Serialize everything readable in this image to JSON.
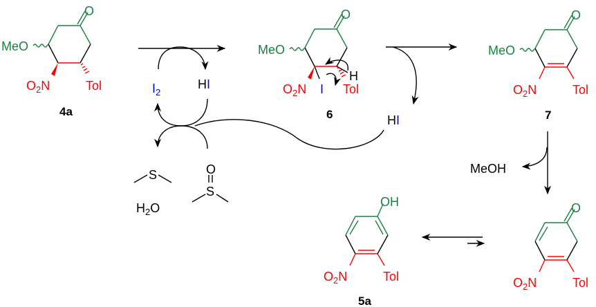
{
  "colors": {
    "green": "#1a8040",
    "red": "#ff0000",
    "blue": "#0000ff",
    "black": "#000000"
  },
  "compounds": {
    "c4a": {
      "label": "4a",
      "meo": "MeO",
      "ketone_o": "O",
      "no2": {
        "a": "O",
        "sub": "2",
        "b": "N"
      },
      "tol": "Tol"
    },
    "c6": {
      "label": "6",
      "meo": "MeO",
      "ketone_o": "O",
      "no2": {
        "a": "O",
        "sub": "2",
        "b": "N"
      },
      "tol": "Tol",
      "iodine": "I",
      "hydrogen": "H"
    },
    "c7": {
      "label": "7",
      "meo": "MeO",
      "ketone_o": "O",
      "no2": {
        "a": "O",
        "sub": "2",
        "b": "N"
      },
      "tol": "Tol"
    },
    "dienone": {
      "ketone_o": "O",
      "no2": {
        "a": "O",
        "sub": "2",
        "b": "N"
      },
      "tol": "Tol"
    },
    "c5a": {
      "label": "5a",
      "oh": "OH",
      "no2": {
        "a": "O",
        "sub": "2",
        "b": "N"
      },
      "tol": "Tol"
    }
  },
  "reagents": {
    "i2": {
      "a": "I",
      "sub": "2"
    },
    "hi_cycle": {
      "h": "H",
      "i": "I"
    },
    "hi_elim": {
      "h": "H",
      "i": "I"
    },
    "dms_s": "S",
    "dmso_s": "S",
    "dmso_o": "O",
    "water": {
      "a": "H",
      "sub": "2",
      "b": "O"
    },
    "meoh": "MeOH"
  }
}
